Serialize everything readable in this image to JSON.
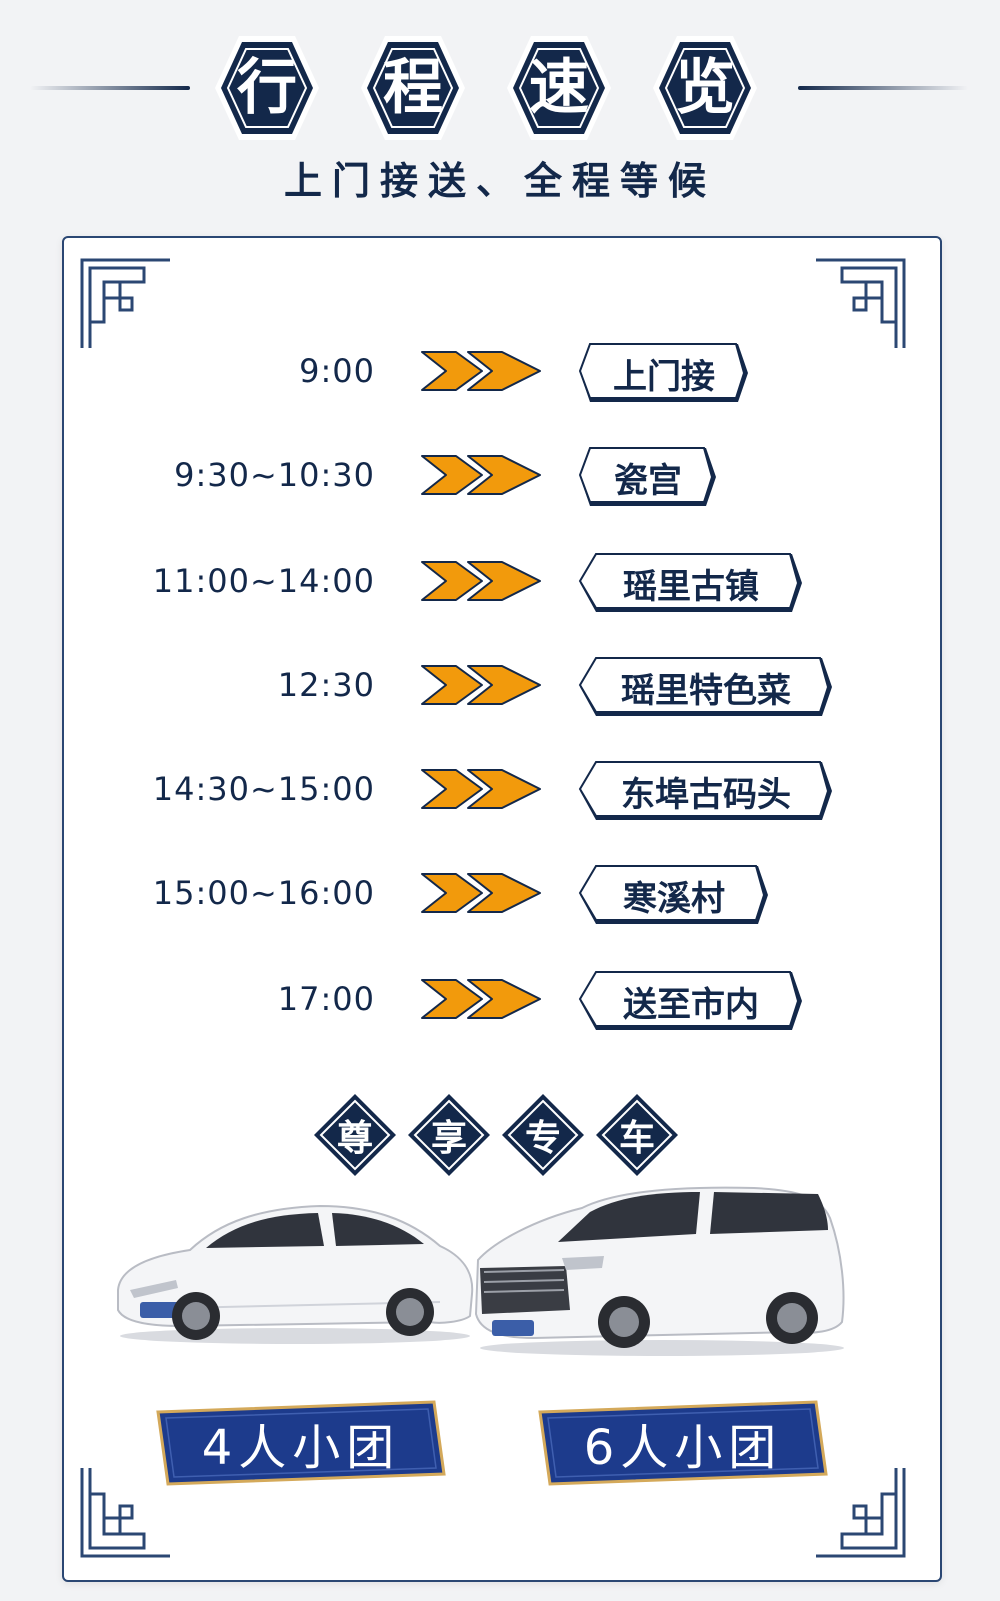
{
  "header": {
    "title_chars": [
      "行",
      "程",
      "速",
      "览"
    ],
    "subtitle": "上门接送、全程等候"
  },
  "colors": {
    "navy": "#13284a",
    "arrow_orange": "#f29a0c",
    "badge_blue": "#1d3b8c",
    "badge_border": "#d4a95a"
  },
  "itinerary": [
    {
      "time": "9:00",
      "place": "上门接"
    },
    {
      "time": "9:30~10:30",
      "place": "瓷宫"
    },
    {
      "time": "11:00~14:00",
      "place": "瑶里古镇"
    },
    {
      "time": "12:30",
      "place": "瑶里特色菜"
    },
    {
      "time": "14:30~15:00",
      "place": "东埠古码头"
    },
    {
      "time": "15:00~16:00",
      "place": "寒溪村"
    },
    {
      "time": "17:00",
      "place": "送至市内"
    }
  ],
  "premium": {
    "chars": [
      "尊",
      "享",
      "专",
      "车"
    ],
    "vehicles": [
      {
        "icon": "sedan-car-image",
        "label": "4人小团"
      },
      {
        "icon": "mpv-car-image",
        "label": "6人小团"
      }
    ]
  }
}
